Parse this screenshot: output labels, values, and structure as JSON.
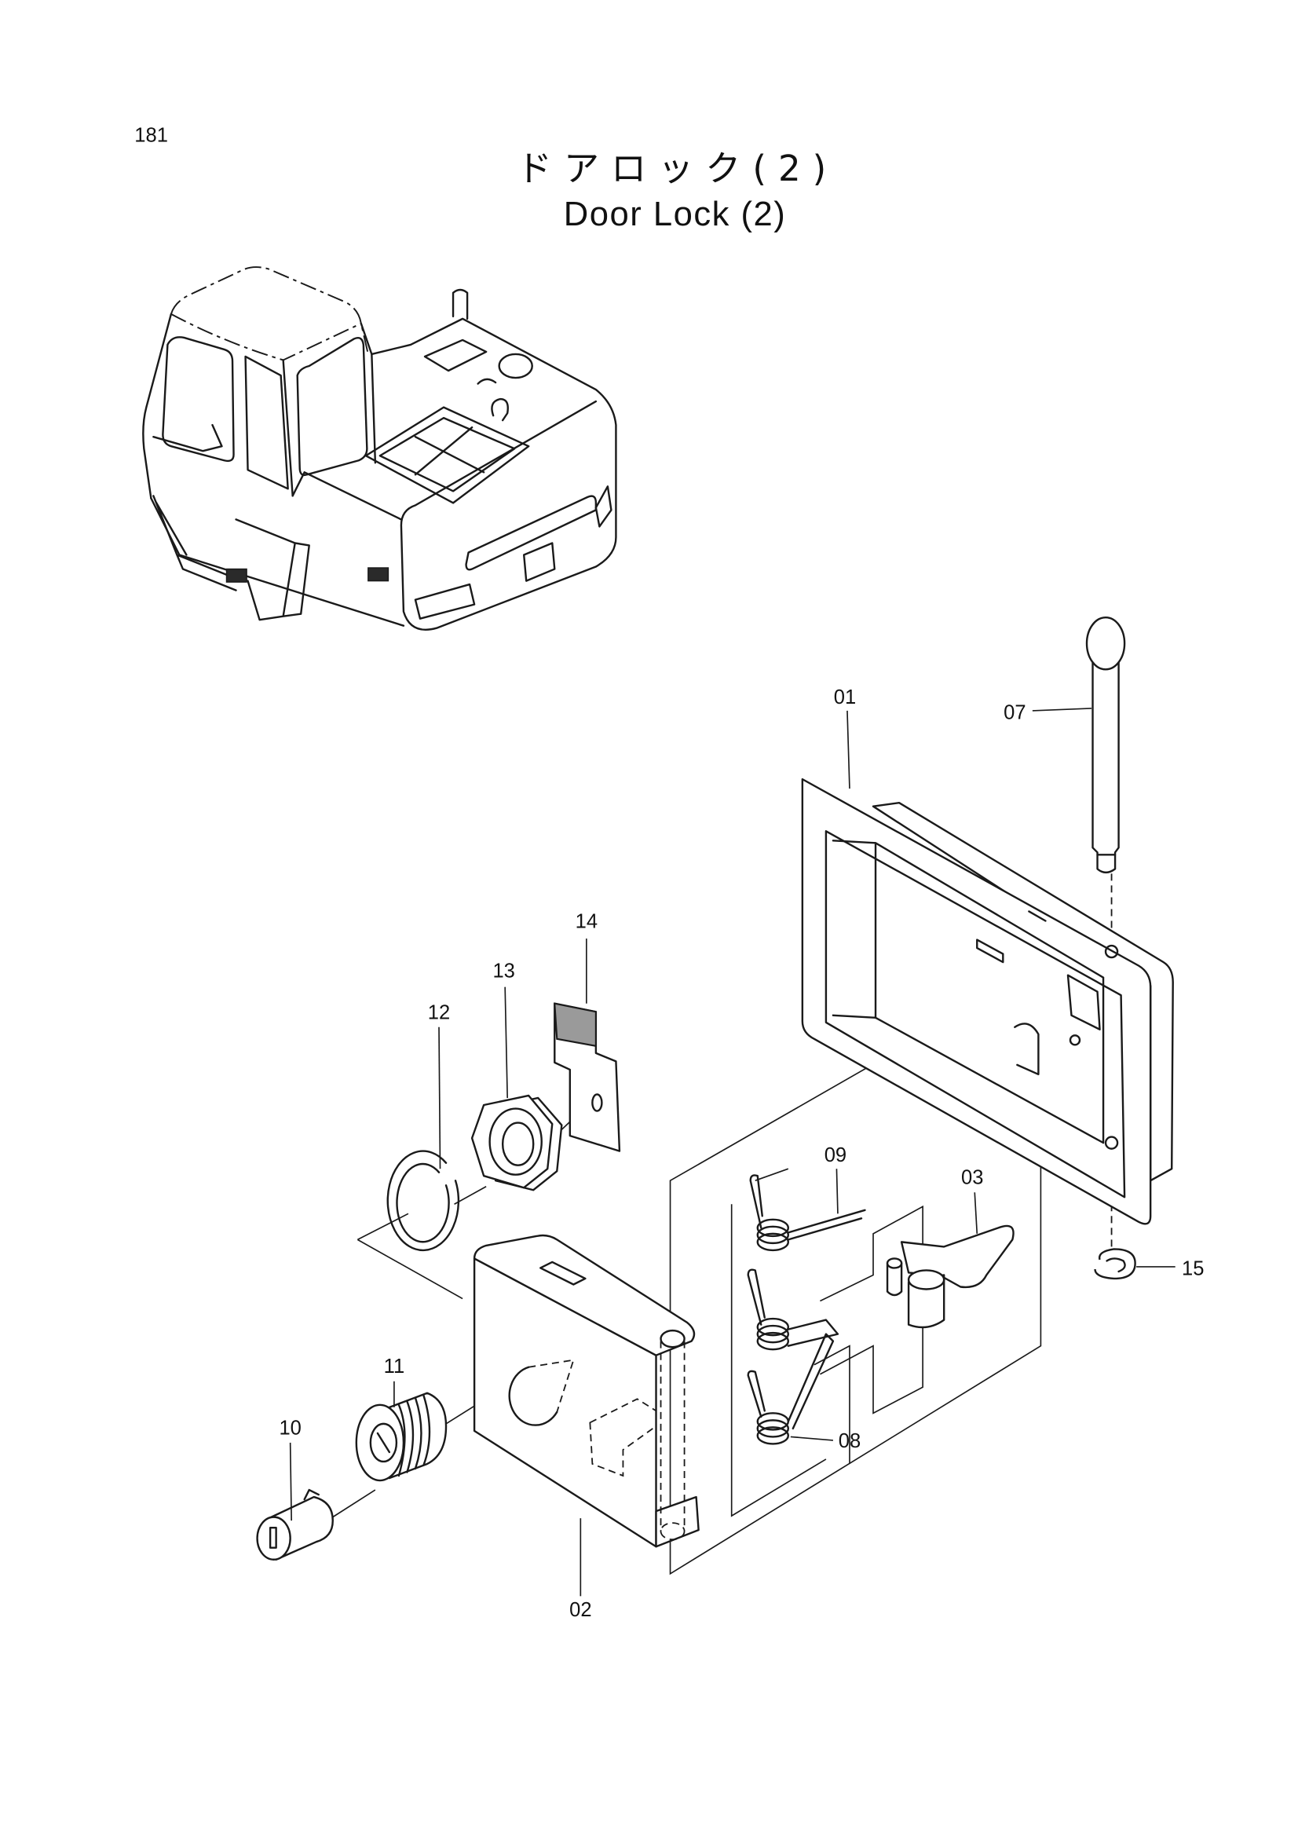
{
  "page": {
    "number": "181"
  },
  "title": {
    "ja": "ドアロック(2)",
    "en": "Door Lock (2)"
  },
  "callouts": {
    "p01": "01",
    "p02": "02",
    "p03": "03",
    "p07": "07",
    "p08": "08",
    "p09": "09",
    "p10": "10",
    "p11": "11",
    "p12": "12",
    "p13": "13",
    "p14": "14",
    "p15": "15"
  }
}
